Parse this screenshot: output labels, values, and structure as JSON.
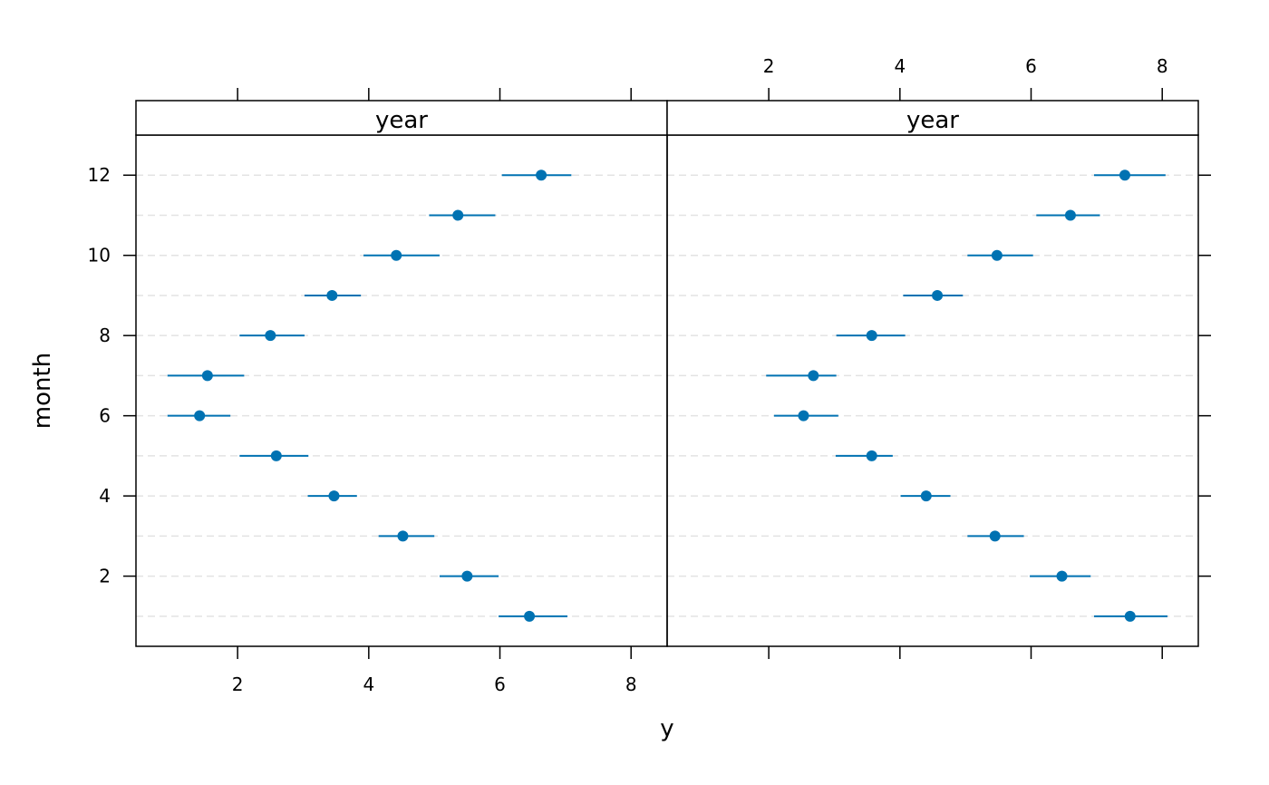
{
  "chart_data": {
    "type": "scatter",
    "style": "dot plot with horizontal interval bars, two lattice panels",
    "xlabel": "y",
    "ylabel": "month",
    "xlim": [
      0.45,
      8.55
    ],
    "ylim": [
      0.25,
      13.0
    ],
    "x_ticks": [
      2,
      4,
      6,
      8
    ],
    "y_ticks": [
      2,
      4,
      6,
      8,
      10,
      12
    ],
    "grid": "dashed horizontal reference lines at each month",
    "point_color": "#0072B2",
    "panels": [
      {
        "strip": "year",
        "points": [
          {
            "month": 1,
            "y": 6.45,
            "lower": 5.98,
            "upper": 7.03
          },
          {
            "month": 2,
            "y": 5.5,
            "lower": 5.08,
            "upper": 5.98
          },
          {
            "month": 3,
            "y": 4.52,
            "lower": 4.15,
            "upper": 5.0
          },
          {
            "month": 4,
            "y": 3.47,
            "lower": 3.07,
            "upper": 3.82
          },
          {
            "month": 5,
            "y": 2.59,
            "lower": 2.03,
            "upper": 3.08
          },
          {
            "month": 6,
            "y": 1.42,
            "lower": 0.93,
            "upper": 1.89
          },
          {
            "month": 7,
            "y": 1.54,
            "lower": 0.93,
            "upper": 2.1
          },
          {
            "month": 8,
            "y": 2.5,
            "lower": 2.03,
            "upper": 3.02
          },
          {
            "month": 9,
            "y": 3.44,
            "lower": 3.02,
            "upper": 3.88
          },
          {
            "month": 10,
            "y": 4.42,
            "lower": 3.92,
            "upper": 5.08
          },
          {
            "month": 11,
            "y": 5.36,
            "lower": 4.92,
            "upper": 5.93
          },
          {
            "month": 12,
            "y": 6.63,
            "lower": 6.03,
            "upper": 7.09
          }
        ]
      },
      {
        "strip": "year",
        "points": [
          {
            "month": 1,
            "y": 7.51,
            "lower": 6.96,
            "upper": 8.08
          },
          {
            "month": 2,
            "y": 6.47,
            "lower": 5.98,
            "upper": 6.91
          },
          {
            "month": 3,
            "y": 5.45,
            "lower": 5.03,
            "upper": 5.89
          },
          {
            "month": 4,
            "y": 4.4,
            "lower": 4.01,
            "upper": 4.77
          },
          {
            "month": 5,
            "y": 3.57,
            "lower": 3.02,
            "upper": 3.89
          },
          {
            "month": 6,
            "y": 2.53,
            "lower": 2.08,
            "upper": 3.06
          },
          {
            "month": 7,
            "y": 2.68,
            "lower": 1.96,
            "upper": 3.03
          },
          {
            "month": 8,
            "y": 3.57,
            "lower": 3.03,
            "upper": 4.08
          },
          {
            "month": 9,
            "y": 4.57,
            "lower": 4.05,
            "upper": 4.96
          },
          {
            "month": 10,
            "y": 5.48,
            "lower": 5.03,
            "upper": 6.03
          },
          {
            "month": 11,
            "y": 6.6,
            "lower": 6.08,
            "upper": 7.05
          },
          {
            "month": 12,
            "y": 7.43,
            "lower": 6.96,
            "upper": 8.05
          }
        ]
      }
    ]
  }
}
